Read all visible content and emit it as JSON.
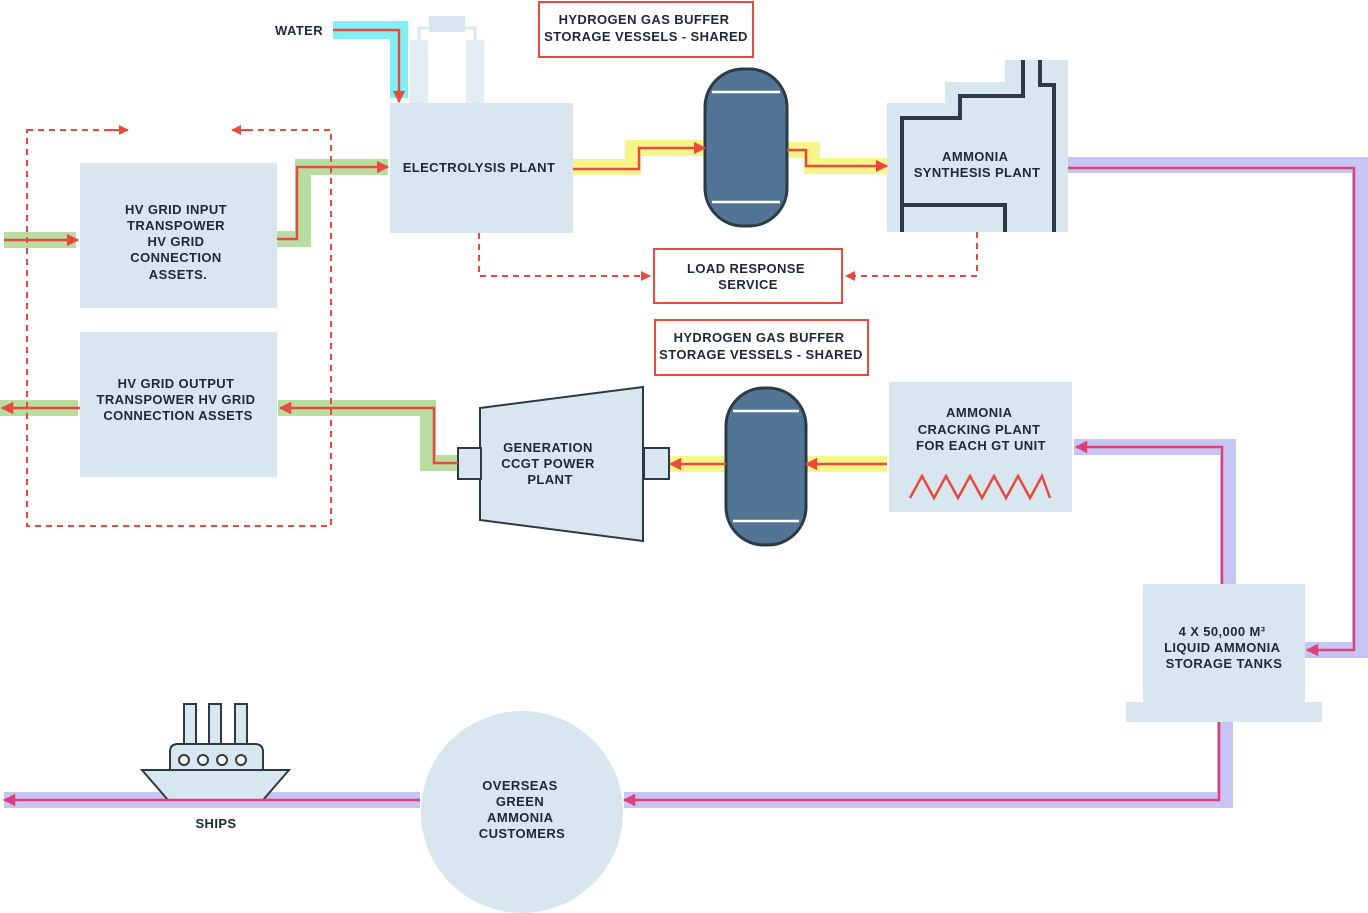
{
  "labels": {
    "water": "WATER",
    "h2_buffer_top": [
      "HYDROGEN GAS BUFFER",
      "STORAGE VESSELS - SHARED"
    ],
    "h2_buffer_mid": [
      "HYDROGEN GAS BUFFER",
      "STORAGE VESSELS - SHARED"
    ],
    "electrolysis": [
      "ELECTROLYSIS PLANT"
    ],
    "ammonia_synthesis": [
      "AMMONIA",
      "SYNTHESIS PLANT"
    ],
    "hv_input": [
      "HV GRID INPUT",
      "TRANSPOWER",
      "HV GRID",
      "CONNECTION",
      "ASSETS."
    ],
    "hv_output": [
      "HV GRID OUTPUT",
      "TRANSPOWER HV GRID",
      "CONNECTION ASSETS"
    ],
    "load_response": [
      "LOAD RESPONSE",
      "SERVICE"
    ],
    "generation": [
      "GENERATION",
      "CCGT POWER",
      "PLANT"
    ],
    "cracking": [
      "AMMONIA",
      "CRACKING PLANT",
      "FOR EACH GT UNIT"
    ],
    "storage_tanks": [
      "4 X 50,000 M³",
      "LIQUID AMMONIA",
      "STORAGE TANKS"
    ],
    "customers": [
      "OVERSEAS",
      "GREEN",
      "AMMONIA",
      "CUSTOMERS"
    ],
    "ships": "SHIPS"
  },
  "colors": {
    "box_fill": "#d8e6ef",
    "arrow_red": "#e84a3f",
    "power_green": "#b9dca0",
    "hydrogen_yellow": "#f7f58a",
    "water_cyan": "#7ff0f5",
    "ammonia_lavender": "#c7c5f3",
    "ammonia_magenta": "#e0407a",
    "vessel_blue": "#527596",
    "dark_stroke": "#2b3a44"
  }
}
